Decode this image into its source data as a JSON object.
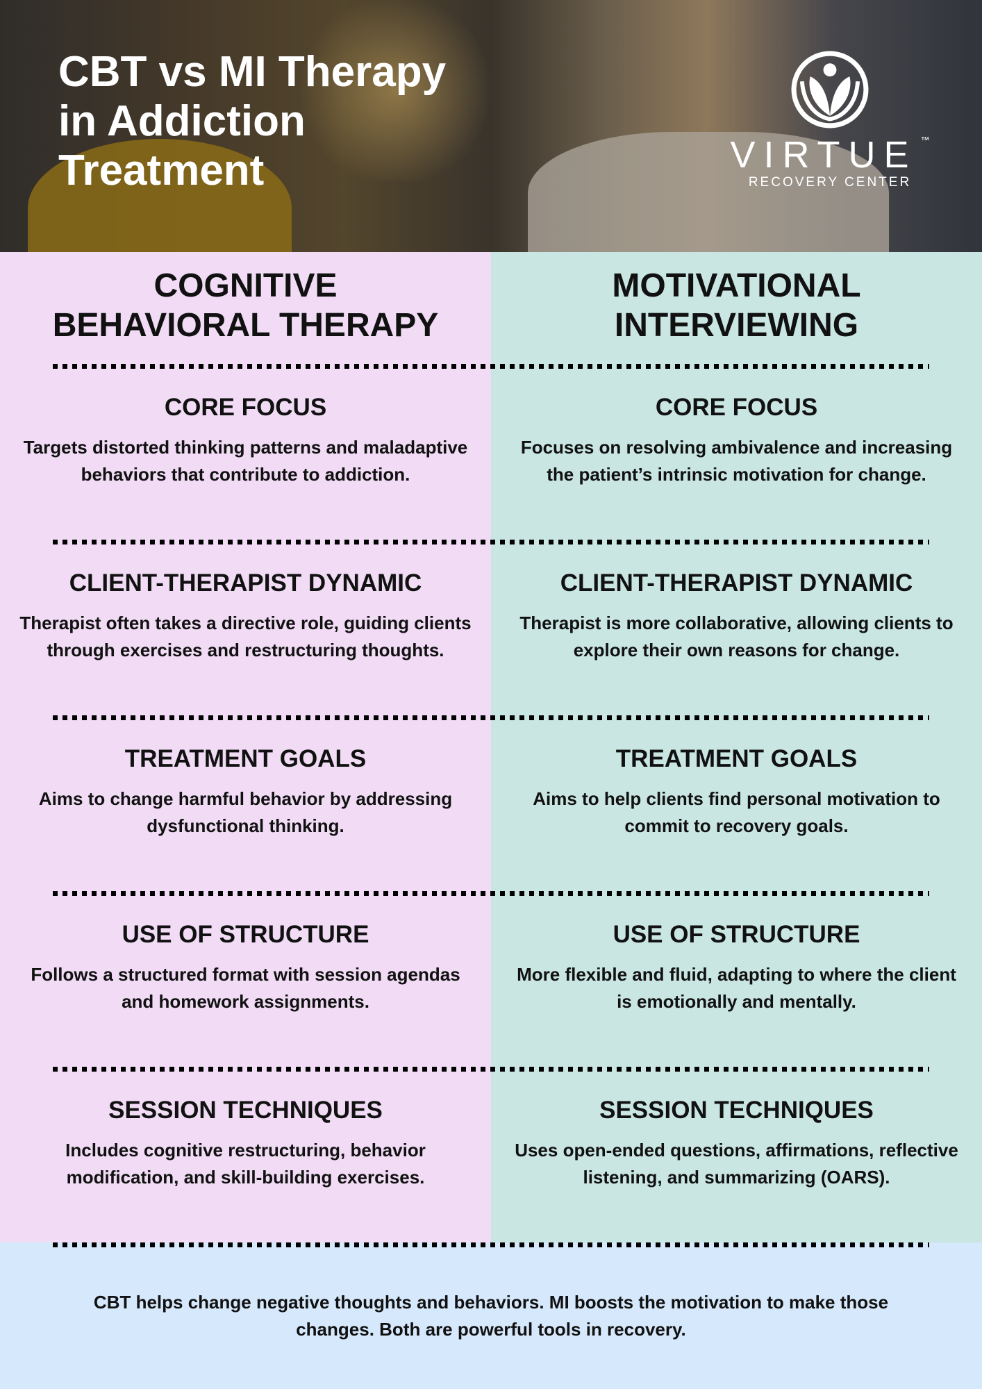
{
  "header": {
    "title_lines": [
      "CBT vs MI Therapy",
      "in Addiction",
      "Treatment"
    ],
    "logo": {
      "name": "VIRTUE",
      "tm": "™",
      "subtitle": "RECOVERY CENTER",
      "icon": "lotus-person-icon"
    }
  },
  "columns": [
    {
      "title_lines": [
        "COGNITIVE",
        "BEHAVIORAL THERAPY"
      ],
      "color": "#f1dbf5",
      "sections": [
        {
          "heading": "CORE FOCUS",
          "body": "Targets distorted thinking patterns and maladaptive behaviors that contribute to addiction."
        },
        {
          "heading": "CLIENT-THERAPIST DYNAMIC",
          "body": "Therapist often takes a directive role, guiding clients through exercises and restructuring thoughts."
        },
        {
          "heading": "TREATMENT GOALS",
          "body": "Aims to change harmful behavior by addressing dysfunctional thinking."
        },
        {
          "heading": "USE OF STRUCTURE",
          "body": "Follows a structured format with session agendas and homework assignments."
        },
        {
          "heading": "SESSION TECHNIQUES",
          "body": "Includes cognitive restructuring, behavior modification, and skill-building exercises."
        }
      ]
    },
    {
      "title_lines": [
        "MOTIVATIONAL",
        "INTERVIEWING"
      ],
      "color": "#c9e6e3",
      "sections": [
        {
          "heading": "CORE FOCUS",
          "body": "Focuses on resolving ambivalence and increasing the patient’s intrinsic motivation for change."
        },
        {
          "heading": "CLIENT-THERAPIST DYNAMIC",
          "body": "Therapist is more collaborative, allowing clients to explore their own reasons for change."
        },
        {
          "heading": "TREATMENT GOALS",
          "body": "Aims to help clients find personal motivation to commit to recovery goals."
        },
        {
          "heading": "USE OF STRUCTURE",
          "body": "More flexible and fluid, adapting to where the client is emotionally and mentally."
        },
        {
          "heading": "SESSION TECHNIQUES",
          "body": "Uses open-ended questions, affirmations, reflective listening, and summarizing (OARS)."
        }
      ]
    }
  ],
  "footer": {
    "text": "CBT helps change negative thoughts and behaviors. MI boosts the motivation to make those changes. Both are powerful tools in recovery.",
    "color": "#d6e8fb"
  }
}
